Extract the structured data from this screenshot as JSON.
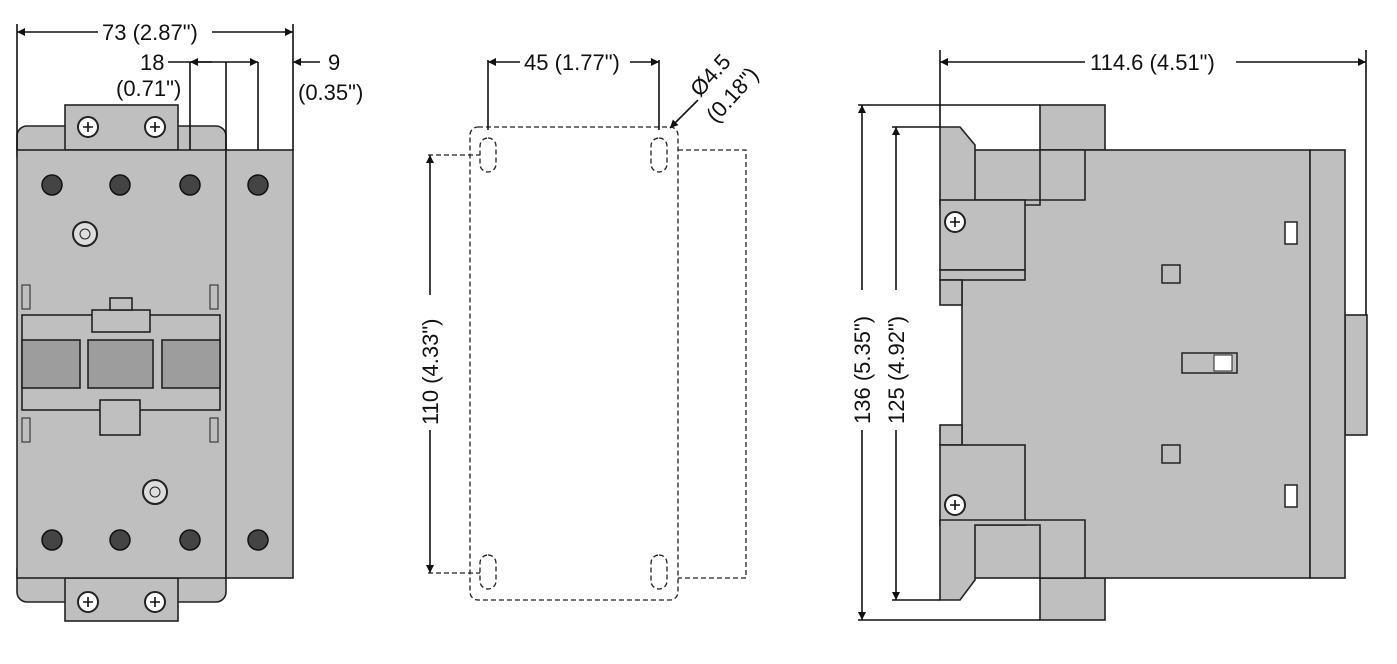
{
  "front_view": {
    "width_dim": "73 (2.87\")",
    "pole_dim_mm": "18",
    "pole_dim_in": "(0.71\")",
    "aux_dim_mm": "9",
    "aux_dim_in": "(0.35\")"
  },
  "mounting_view": {
    "hole_spacing_h": "45 (1.77\")",
    "hole_spacing_v": "110 (4.33\")",
    "hole_dia_mm": "Ø4.5",
    "hole_dia_in": "(0.18\")"
  },
  "side_view": {
    "depth_dim": "114.6 (4.51\")",
    "height_total": "136 (5.35\")",
    "height_body": "125 (4.92\")"
  },
  "colors": {
    "body": "#bfbfc0",
    "line": "#111111"
  }
}
